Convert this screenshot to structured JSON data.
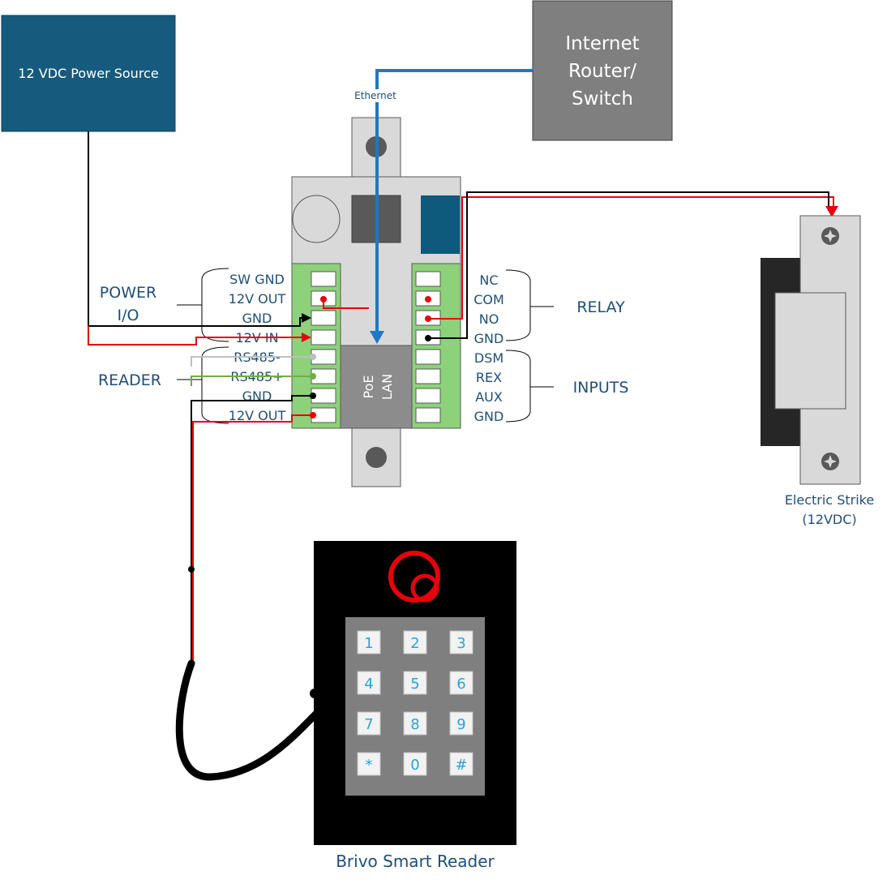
{
  "power_source": {
    "label": "12 VDC Power Source"
  },
  "router": {
    "lines": [
      "Internet",
      "Router/",
      "Switch"
    ]
  },
  "ethernet_label": "Ethernet",
  "controller": {
    "port_label": [
      "PoE",
      "LAN"
    ],
    "left_terminals": [
      "SW GND",
      "12V OUT",
      "GND",
      "12V IN",
      "RS485-",
      "RS485+",
      "GND",
      "12V OUT"
    ],
    "right_terminals": [
      "NC",
      "COM",
      "NO",
      "GND",
      "DSM",
      "REX",
      "AUX",
      "GND"
    ]
  },
  "groups": {
    "power_io": [
      "POWER",
      "I/O"
    ],
    "reader": "READER",
    "relay": "RELAY",
    "inputs": "INPUTS"
  },
  "strike": {
    "lines": [
      "Electric Strike",
      "(12VDC)"
    ]
  },
  "reader_device": {
    "label": "Brivo Smart Reader",
    "keys": [
      "1",
      "2",
      "3",
      "4",
      "5",
      "6",
      "7",
      "8",
      "9",
      "*",
      "0",
      "#"
    ]
  },
  "colors": {
    "power_box": "#165b7e",
    "router_box": "#7f7f7f",
    "terminal_green": "#8dd17a",
    "label_blue": "#1f4e79",
    "wire_red": "#e8000b",
    "wire_black": "#000000",
    "wire_ethernet": "#1f77c8",
    "key_text": "#2ba3d6"
  }
}
